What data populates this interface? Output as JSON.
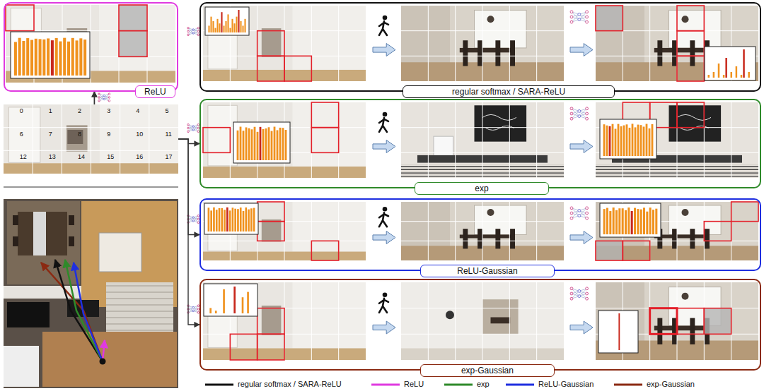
{
  "diagram": {
    "nodes": [
      {
        "text": [
          "ReLU"
        ]
      },
      {
        "text": [
          "0",
          "1",
          "2",
          "3",
          "4",
          "5",
          "6",
          "7",
          "8",
          "9",
          "10",
          "11",
          "12",
          "13",
          "14",
          "15",
          "16",
          "17"
        ]
      },
      {
        "text": [
          "regular softmax / SARA-ReLU"
        ]
      },
      {
        "text": [
          "exp"
        ]
      },
      {
        "text": [
          "ReLU-Gaussian"
        ]
      },
      {
        "text": [
          "exp-Gaussian"
        ]
      }
    ],
    "edges": [
      {
        "from": 1,
        "to": 0,
        "arrow": "to"
      },
      {
        "from": 1,
        "to": 2,
        "arrow": "to"
      },
      {
        "from": 1,
        "to": 3,
        "arrow": "to"
      },
      {
        "from": 1,
        "to": 4,
        "arrow": "to"
      },
      {
        "from": 1,
        "to": 5,
        "arrow": "to"
      }
    ],
    "legend": [
      {
        "text": "regular softmax / SARA-ReLU"
      },
      {
        "text": "ReLU"
      },
      {
        "text": "exp"
      },
      {
        "text": "ReLU-Gaussian"
      },
      {
        "text": "exp-Gaussian"
      }
    ]
  }
}
